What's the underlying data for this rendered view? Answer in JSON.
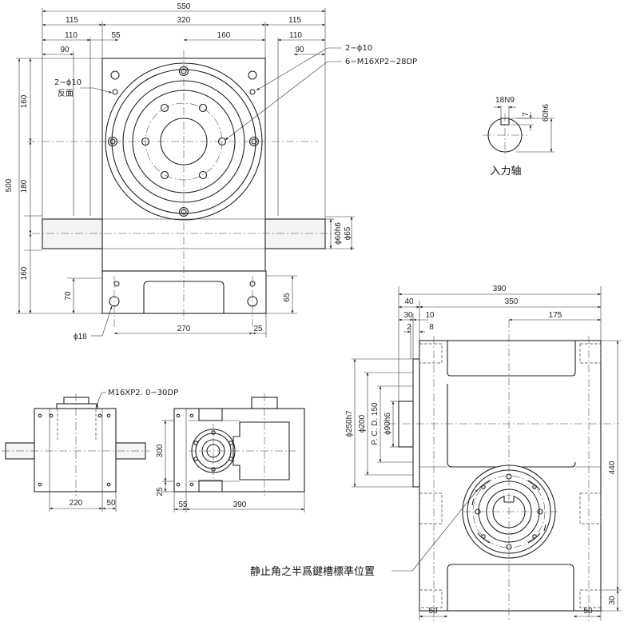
{
  "top_view": {
    "dims": {
      "overall_width": "550",
      "left_shaft": "115",
      "body_width": "320",
      "right_shaft": "115",
      "left_110": "110",
      "left_55": "55",
      "left_160": "160",
      "right_110": "110",
      "left_90": "90",
      "right_90": "90",
      "height_500": "500",
      "upper_160": "160",
      "mid_180": "180",
      "lower_160": "160",
      "foot_70": "70",
      "foot_65": "65",
      "base_270": "270",
      "edge_25": "25",
      "shaft_60h6": "ϕ60h6",
      "shaft_65": "ϕ65",
      "hole_18": "ϕ18"
    },
    "notes": {
      "holes_2_10_right": "2−ϕ10",
      "tapped_6_m16": "6−M16XP2−28DP",
      "holes_2_10_left": "2−ϕ10",
      "reverse_side": "反面"
    }
  },
  "input_shaft": {
    "keyway": "18N9",
    "depth": "7",
    "diameter": "60h6",
    "title": "入力轴"
  },
  "side_view": {
    "note_m16": "M16XP2. 0−30DP",
    "dim_220": "220",
    "dim_50": "50"
  },
  "front_view": {
    "dim_300": "300",
    "dim_25": "25",
    "dim_55": "55",
    "dim_390": "390"
  },
  "right_view": {
    "dims": {
      "overall_390": "390",
      "d_40": "40",
      "d_350": "350",
      "d_30": "30",
      "d_10": "10",
      "d_175": "175",
      "d_2": "2",
      "d_8": "8",
      "phi_250h7": "ϕ250h7",
      "phi_200": "ϕ200",
      "pcd_150": "P. C. D. 150",
      "phi_90h6": "ϕ90h6",
      "height_440": "440",
      "bottom_30": "30",
      "bottom_left_50": "50",
      "bottom_right_50": "50"
    },
    "note_keyway": "静止角之半爲鍵槽標準位置"
  }
}
